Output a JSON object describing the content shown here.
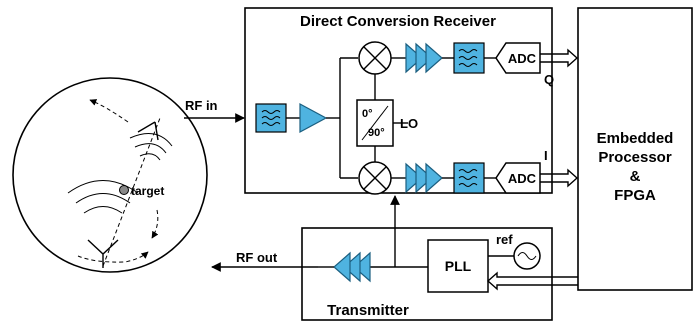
{
  "receiver": {
    "title": "Direct Conversion Receiver"
  },
  "transmitter": {
    "title": "Transmitter"
  },
  "processor": {
    "line1": "Embedded",
    "line2": "Processor",
    "line3": "&",
    "line4": "FPGA"
  },
  "labels": {
    "rf_in": "RF in",
    "rf_out": "RF out",
    "lo": "LO",
    "q": "Q",
    "i": "I",
    "ref": "ref",
    "pll": "PLL",
    "adc_q": "ADC",
    "adc_i": "ADC",
    "phase_0": "0°",
    "phase_90": "90°",
    "target": "target"
  }
}
